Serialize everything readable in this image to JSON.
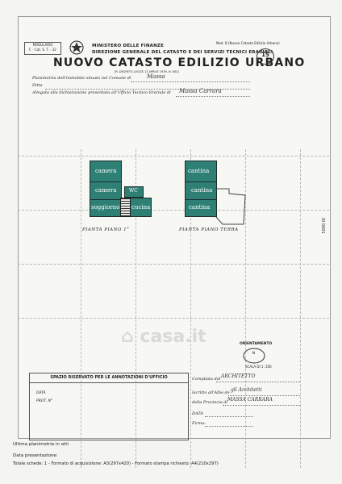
{
  "form_code": {
    "line1": "MODULARIO",
    "line2": "F. - Cat. S. T. - 32"
  },
  "header": {
    "ministry": "MINISTERO DELLE FINANZE",
    "direction": "DIREZIONE GENERALE DEL CATASTO E DEI SERVIZI TECNICI ERARIALI",
    "title": "NUOVO CATASTO EDILIZIO URBANO",
    "decree": "(R. DECRETO-LEGGE 13 APRILE 1939, N. 652)",
    "model": "Mod. B (Nuovo Catasto Edilizio Urbano)",
    "lira_label": "Lire",
    "lira_value": "15"
  },
  "form": {
    "planimetria_label": "Planimetria dell'immobile situato nel Comune di",
    "comune": "Massa",
    "ditta_label": "Ditta",
    "allegata_label": "Allegata alla dichiarazione presentata all'Ufficio Tecnico Erariale di",
    "ufficio": "Massa Carrara"
  },
  "plans": {
    "first_floor": {
      "caption": "PIANTA PIANO 1°",
      "rooms": [
        "camera",
        "camera",
        "WC",
        "cucina",
        "soggiorno"
      ]
    },
    "ground_floor": {
      "caption": "PIANTA PIANO TERRA",
      "rooms": [
        "cantina",
        "cantina",
        "cantina"
      ]
    }
  },
  "orientation": {
    "label": "ORIENTAMENTO",
    "scale": "SCALA DI 1: 200"
  },
  "office_box": {
    "header": "SPAZIO RISERVATO PER LE ANNOTAZIONI D'UFFICIO",
    "data_label": "DATA",
    "prot_label": "PROT. N°"
  },
  "compilata": {
    "compilata_label": "Compilata dal",
    "compilata_value": "ARCHITETTO",
    "iscritto_label": "Iscritto all'Albo de",
    "iscritto_value": "gli Architetti",
    "provincia_label": "della Provincia di",
    "provincia_value": "MASSA CARRARA",
    "data_label": "DATA",
    "firma_label": "Firma:"
  },
  "footer": {
    "line1": "Ultima planimetria in atti",
    "line2": "Data presentazione:",
    "line3": "Totale schede: 1 - Formato di acquisizione: A3(297x420) - Formato stampa richiesto: A4(210x297)"
  },
  "side_code": "ID 0001",
  "watermark": "casa.it"
}
